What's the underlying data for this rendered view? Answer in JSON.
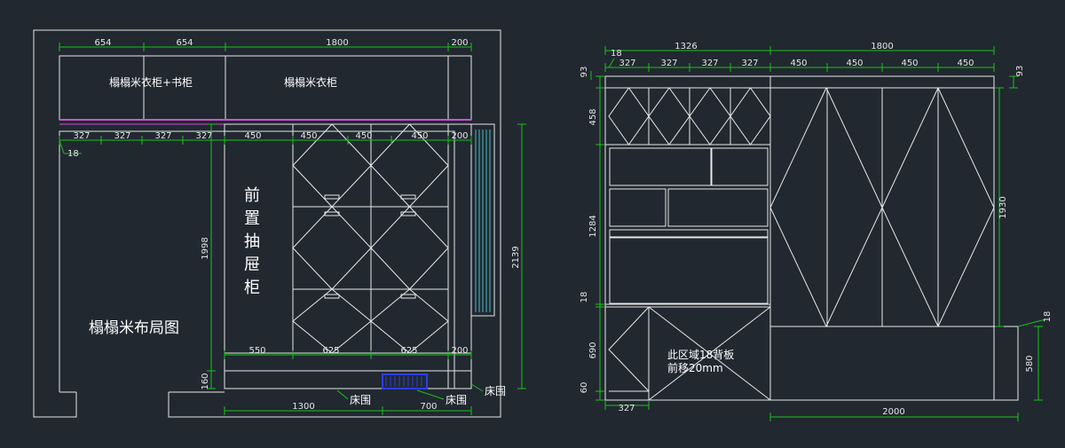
{
  "left_plan": {
    "top_dims": [
      "654",
      "654",
      "1800",
      "200"
    ],
    "mid_dims": [
      "327",
      "327",
      "327",
      "327",
      "450",
      "450",
      "450",
      "450",
      "200"
    ],
    "thickness_dim": "18",
    "upper_labels": [
      "榻榻米衣柜+书柜",
      "榻榻米衣柜"
    ],
    "drawer_title": [
      "前",
      "置",
      "抽",
      "屉",
      "柜"
    ],
    "room_title": "榻榻米布局图",
    "left_height_dim": "1998",
    "right_height_dim": "2139",
    "base_height_dim": "160",
    "bottom_dims": [
      "550",
      "625",
      "625",
      "200"
    ],
    "base_dims": [
      "1300",
      "700"
    ],
    "bed_labels": [
      "床围",
      "床围",
      "床围"
    ]
  },
  "right_elev": {
    "top_dims": [
      "1326",
      "1800"
    ],
    "sub_dims": [
      "327",
      "327",
      "327",
      "327",
      "450",
      "450",
      "450",
      "450"
    ],
    "small_dim": "18",
    "left_side_dims": [
      "93",
      "458",
      "1284",
      "18",
      "690",
      "60"
    ],
    "right_side_dims": [
      "93",
      "1930",
      "18",
      "580"
    ],
    "bottom_dims": [
      "327",
      "2000"
    ],
    "note_lines": [
      "此区域18背板",
      "前移20mm"
    ]
  },
  "colors": {
    "background": "#212830",
    "line": "#e8e8e8",
    "dimension": "#19c219",
    "magenta": "#d050d0",
    "cyan": "#46bcc8",
    "blue": "#2d3fe0"
  }
}
